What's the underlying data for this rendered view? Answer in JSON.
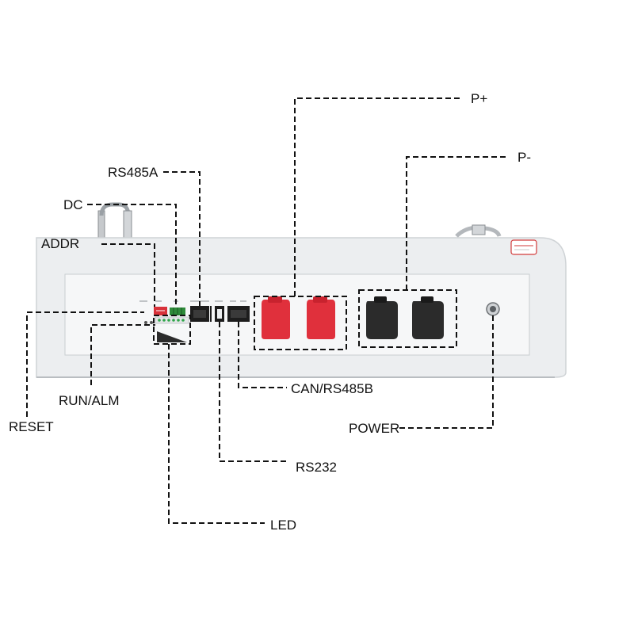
{
  "labels": {
    "p_plus": "P+",
    "p_minus": "P-",
    "rs485a": "RS485A",
    "dc": "DC",
    "addr": "ADDR",
    "reset": "RESET",
    "run_alm": "RUN/ALM",
    "can_rs485b": "CAN/RS485B",
    "power": "POWER",
    "rs232": "RS232",
    "led": "LED"
  },
  "colors": {
    "panel": "#eceef0",
    "recess": "#f6f7f8",
    "red_terminal": "#e0303c",
    "black_terminal": "#2b2b2b",
    "dashed_line": "#111111"
  }
}
